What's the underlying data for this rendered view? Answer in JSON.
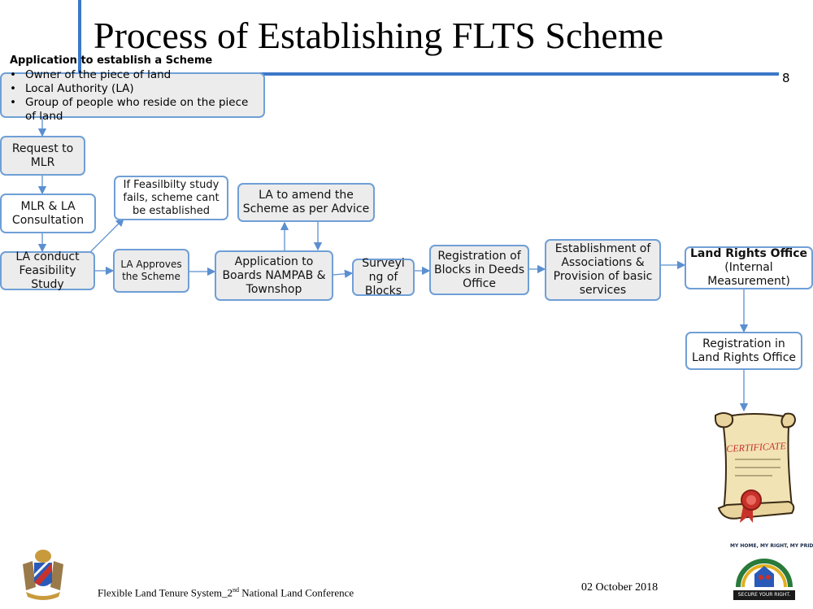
{
  "slide": {
    "title": "Process of Establishing FLTS Scheme",
    "number": "8"
  },
  "application": {
    "heading": "Application to establish a Scheme",
    "items": [
      "Owner of the piece of land",
      "Local Authority (LA)",
      "Group of people who reside on the piece of land"
    ]
  },
  "steps": {
    "request": "Request to MLR",
    "consultation": "MLR & LA Consultation",
    "feasibility": "LA conduct Feasibility Study",
    "feasibility_fail": "If Feasilbilty study fails, scheme cant be established",
    "approves": "LA Approves the Scheme",
    "amend": "LA to amend the Scheme as per Advice",
    "boards": "Application to Boards NAMPAB & Townshop",
    "surveying": "Surveyi ng of Blocks",
    "registration_blocks": "Registration of  Blocks in Deeds Office",
    "associations": "Establishment of Associations & Provision of basic services",
    "land_rights_title": "Land Rights Office",
    "land_rights_sub": "(Internal Measurement)",
    "registration_lro": "Registration in Land Rights Office"
  },
  "certificate": {
    "label": "CERTIFICATE"
  },
  "footer": {
    "text": "Flexible Land Tenure System_2",
    "sup": "nd",
    "text2": " National Land Conference",
    "date": "02 October 2018",
    "logo_right_top": "MY HOME, MY RIGHT, MY PRIDE",
    "logo_right_bottom": "SECURE YOUR RIGHT."
  },
  "colors": {
    "accent": "#3a78c9",
    "box_border": "#6f9fd6",
    "box_fill": "#ececec",
    "arrow": "#5b8fd0",
    "certificate_text": "#c8322b"
  }
}
